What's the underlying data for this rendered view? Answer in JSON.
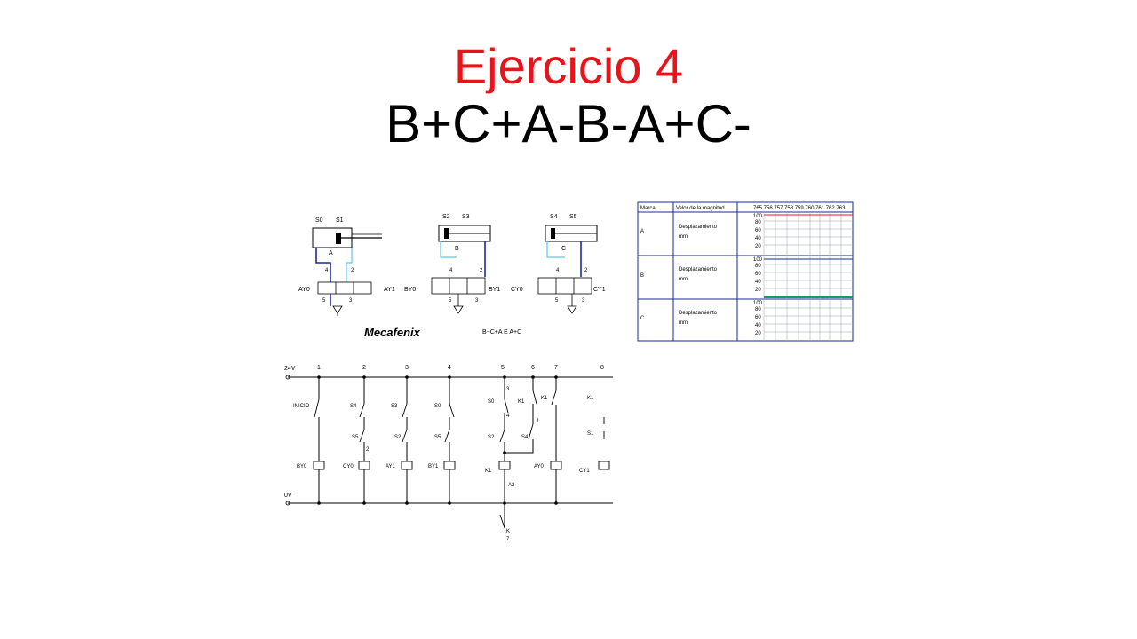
{
  "slide": {
    "title": "Ejercicio 4",
    "subtitle": "B+C+A-B-A+C-",
    "title_color": "#e8141b"
  },
  "pneumatic": {
    "cylinders": [
      {
        "id": "A",
        "sensors": [
          "S0",
          "S1"
        ],
        "valve_left": "AY0",
        "valve_right": "AY1"
      },
      {
        "id": "B",
        "sensors": [
          "S2",
          "S3"
        ],
        "valve_left": "BY0",
        "valve_right": "BY1"
      },
      {
        "id": "C",
        "sensors": [
          "S4",
          "S5"
        ],
        "valve_left": "CY0",
        "valve_right": "CY1"
      }
    ],
    "port_labels": [
      "4",
      "2",
      "5",
      "3"
    ],
    "logo": "Mecafenix",
    "sequence_caption": "B−C+A E A+C"
  },
  "table": {
    "headers": [
      "Marca",
      "Valor de la magnitud"
    ],
    "timeline_header": "765 756 757 758 759 760 761 762 763",
    "rows": [
      {
        "mark": "A",
        "quantity": "Desplazamiento",
        "unit": "mm"
      },
      {
        "mark": "B",
        "quantity": "Desplazamiento",
        "unit": "mm"
      },
      {
        "mark": "C",
        "quantity": "Desplazamiento",
        "unit": "mm"
      }
    ],
    "scale": [
      "100",
      "80",
      "60",
      "40",
      "20"
    ]
  },
  "ladder": {
    "top_rail": "24V",
    "bottom_rail": "0V",
    "columns": [
      "1",
      "2",
      "3",
      "4",
      "5",
      "6",
      "7",
      "8"
    ],
    "contacts_top": [
      "INICIO",
      "S4",
      "S3",
      "S0",
      "S0",
      "K1",
      "K1",
      "K1"
    ],
    "contacts_mid": [
      "S5",
      "S2",
      "S5",
      "S2",
      "S4",
      "S1"
    ],
    "coils": [
      "BY0",
      "CY0",
      "AY1",
      "BY1",
      "K1",
      "AY0",
      "CY1"
    ],
    "notes": [
      "A2",
      "K",
      "7"
    ],
    "terminal_numbers": [
      "3",
      "4",
      "2",
      "1"
    ]
  }
}
